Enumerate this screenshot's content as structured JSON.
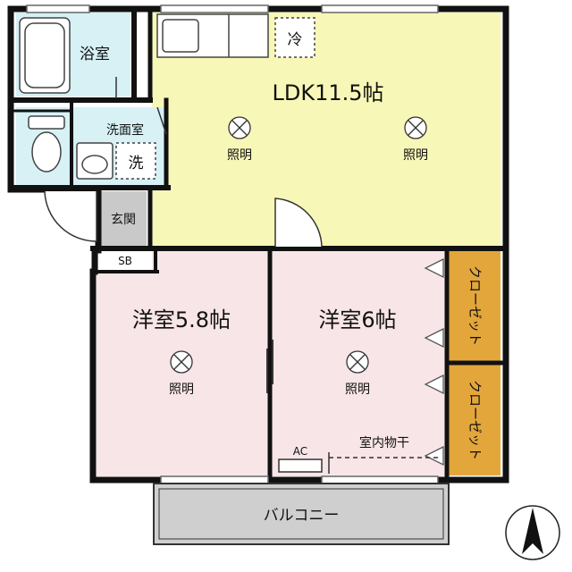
{
  "rooms": {
    "bath": "浴室",
    "washroom": "洗面室",
    "washer": "洗",
    "fridge": "冷",
    "ldk": "LDK11.5帖",
    "entrance": "玄関",
    "shoebox": "SB",
    "western1": "洋室5.8帖",
    "western2": "洋室6帖",
    "closet_top": "クローゼット",
    "closet_bottom": "クローゼット",
    "balcony": "バルコニー",
    "ac": "AC",
    "drying": "室内物干"
  },
  "lights": {
    "ldk_left": "照明",
    "ldk_right": "照明",
    "western1": "照明",
    "western2": "照明"
  },
  "colors": {
    "ldk": "#f7f7b7",
    "western": "#f8e5e7",
    "bath": "#d7f1f5",
    "closet": "#e3a63b",
    "entrance": "#c9c9c9",
    "balcony": "#cfcfcf",
    "wall": "#111111"
  }
}
